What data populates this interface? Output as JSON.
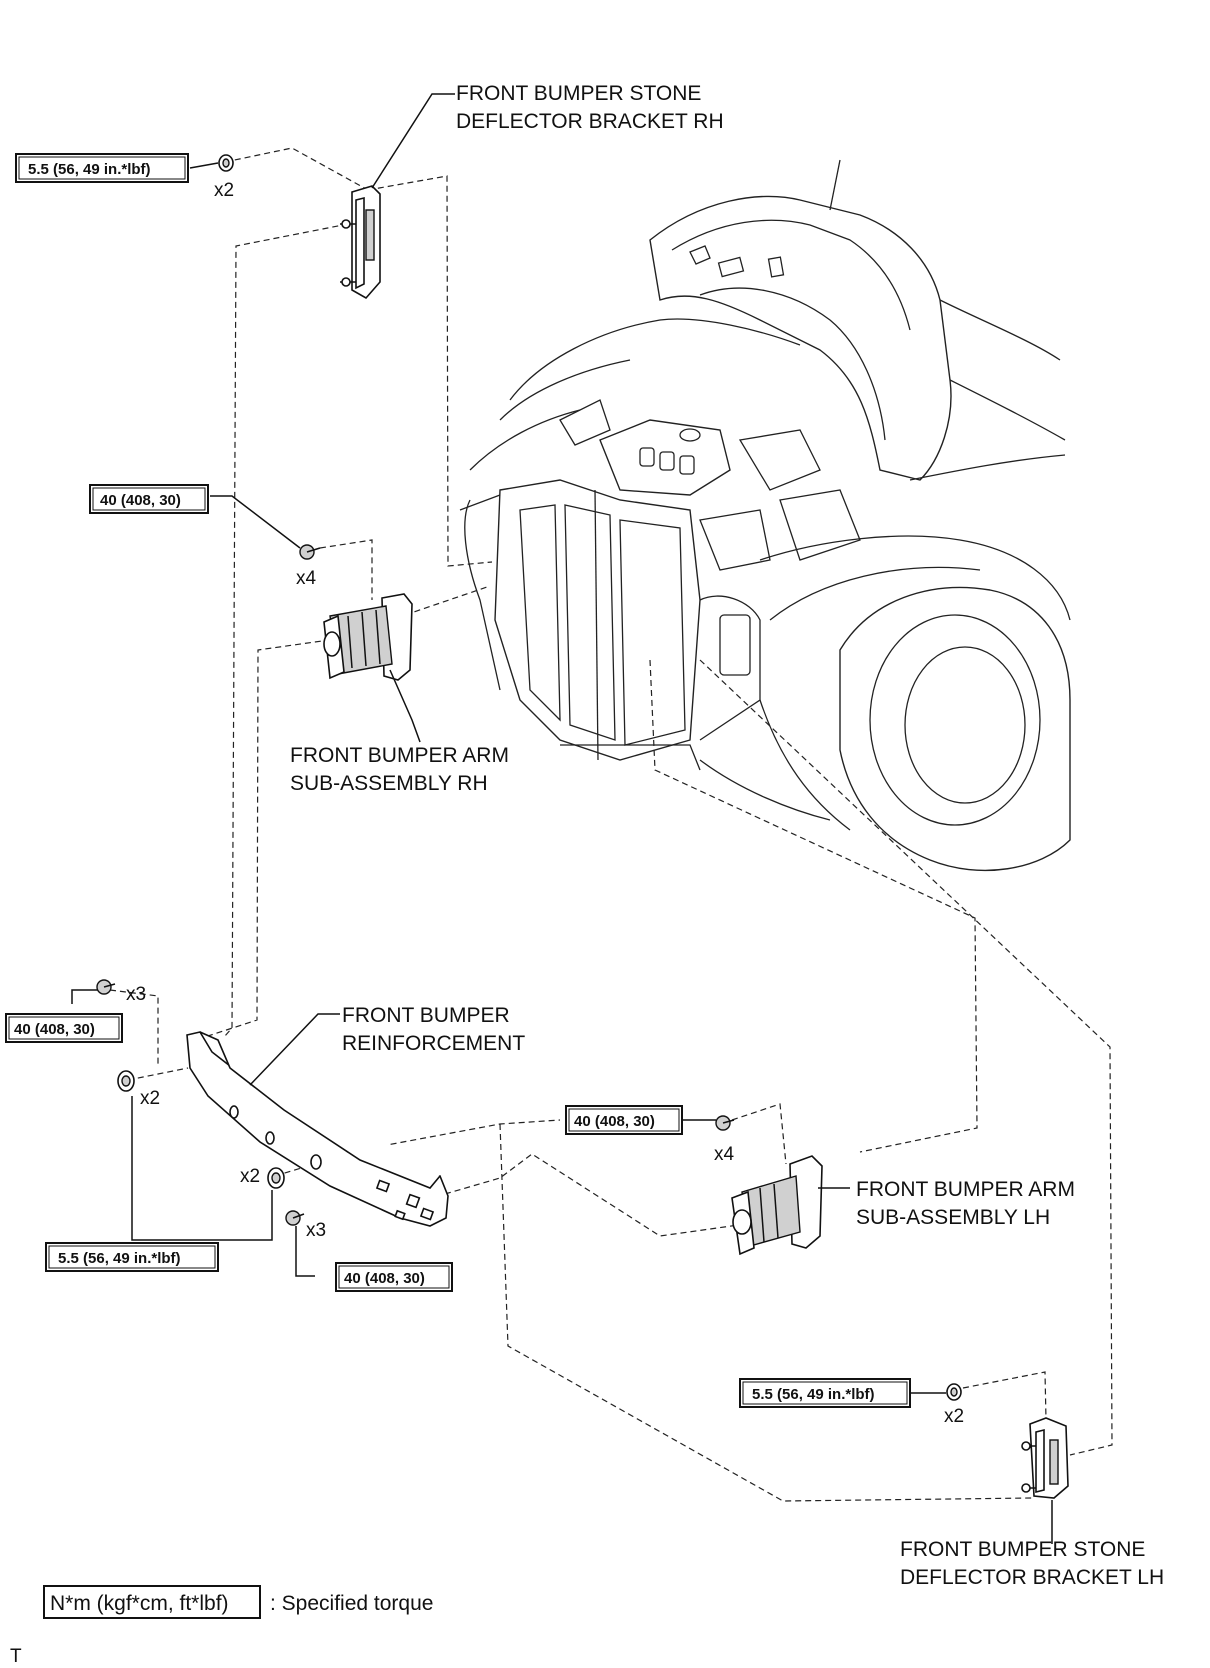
{
  "labels": {
    "stone_rh_line1": "FRONT BUMPER STONE",
    "stone_rh_line2": "DEFLECTOR BRACKET RH",
    "arm_rh_line1": "FRONT BUMPER ARM",
    "arm_rh_line2": "SUB-ASSEMBLY RH",
    "reinf_line1": "FRONT BUMPER",
    "reinf_line2": "REINFORCEMENT",
    "arm_lh_line1": "FRONT BUMPER ARM",
    "arm_lh_line2": "SUB-ASSEMBLY LH",
    "stone_lh_line1": "FRONT BUMPER STONE",
    "stone_lh_line2": "DEFLECTOR BRACKET LH"
  },
  "torques": {
    "t1": "5.5 (56, 49 in.*lbf)",
    "t2": "40 (408, 30)",
    "t3": "40 (408, 30)",
    "t4": "40 (408, 30)",
    "t5": "5.5 (56, 49 in.*lbf)",
    "t6": "40 (408, 30)",
    "t7": "5.5 (56, 49 in.*lbf)"
  },
  "quantities": {
    "q1": "x2",
    "q2": "x4",
    "q3": "x3",
    "q4": "x2",
    "q5": "x4",
    "q6": "x2",
    "q7": "x3",
    "q8": "x2"
  },
  "legend": {
    "unit": "N*m (kgf*cm, ft*lbf)",
    "text": ": Specified torque"
  },
  "corner_mark": "T"
}
